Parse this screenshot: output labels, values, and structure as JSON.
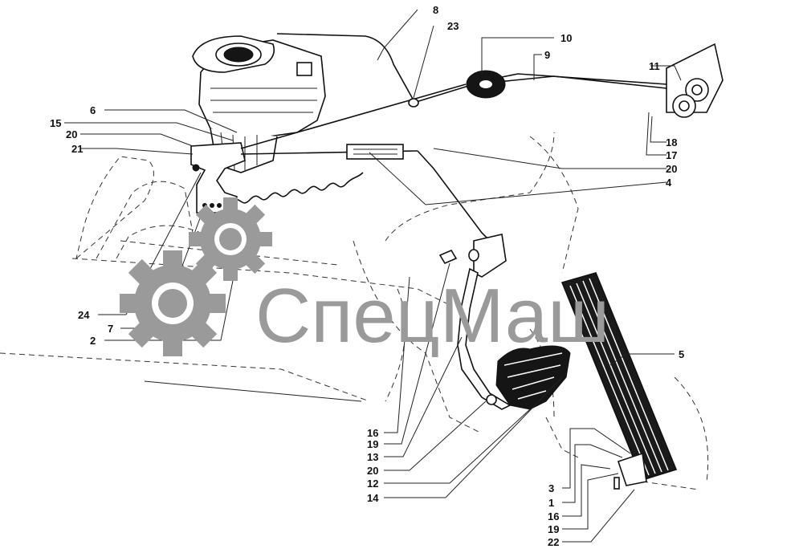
{
  "diagram": {
    "title": "Accelerator pedal and throttle linkage",
    "watermark": "СпецМаш",
    "labels": [
      "8",
      "23",
      "10",
      "9",
      "11",
      "6",
      "15",
      "20",
      "21",
      "18",
      "17",
      "20",
      "4",
      "24",
      "7",
      "2",
      "5",
      "16",
      "19",
      "13",
      "20",
      "12",
      "14",
      "3",
      "1",
      "16",
      "19",
      "22"
    ]
  }
}
